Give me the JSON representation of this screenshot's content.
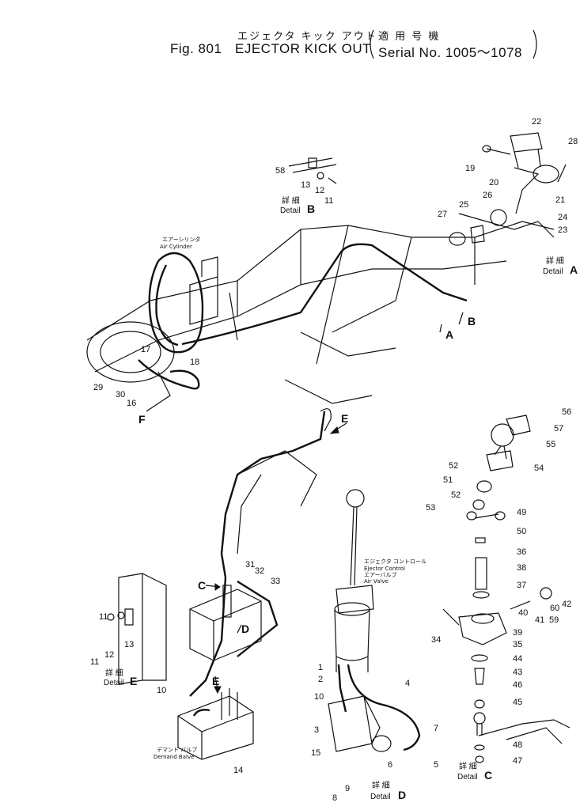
{
  "header": {
    "title_jp": "エジェクタ キック アウト",
    "fig_label": "Fig. 801",
    "title_en": "EJECTOR KICK OUT",
    "serial_jp": "適 用 号 機",
    "serial_en": "Serial No. 1005～1078"
  },
  "callouts": {
    "air_cylinder_jp": "エアーシリンダ",
    "air_cylinder_en": "Air Cylinder",
    "ejector_control_jp1": "エジェクタ コントロール",
    "ejector_control_jp2": "エアーバルブ",
    "ejector_control_en1": "Ejector Control",
    "ejector_control_en2": "Air Valve",
    "demand_valve_jp": "デマンド バルブ",
    "demand_valve_en": "Demand Balve"
  },
  "details": {
    "A": {
      "jp": "詳 細",
      "en": "Detail",
      "letter": "A"
    },
    "B": {
      "jp": "詳 細",
      "en": "Detail",
      "letter": "B"
    },
    "C": {
      "jp": "詳 細",
      "en": "Detail",
      "letter": "C"
    },
    "D": {
      "jp": "詳 細",
      "en": "Detail",
      "letter": "D"
    },
    "E": {
      "jp": "詳 細",
      "en": "Detail",
      "letter": "E"
    }
  },
  "view_letters": [
    "A",
    "B",
    "C",
    "D",
    "E",
    "F"
  ],
  "part_numbers": [
    "1",
    "2",
    "3",
    "4",
    "5",
    "6",
    "7",
    "8",
    "9",
    "10",
    "11",
    "12",
    "13",
    "14",
    "15",
    "16",
    "17",
    "18",
    "19",
    "20",
    "21",
    "22",
    "23",
    "24",
    "25",
    "26",
    "27",
    "28",
    "29",
    "30",
    "31",
    "32",
    "33",
    "34",
    "35",
    "36",
    "37",
    "38",
    "39",
    "40",
    "41",
    "42",
    "43",
    "44",
    "45",
    "46",
    "47",
    "48",
    "49",
    "50",
    "51",
    "52",
    "53",
    "54",
    "55",
    "56",
    "57",
    "58",
    "59",
    "60"
  ]
}
